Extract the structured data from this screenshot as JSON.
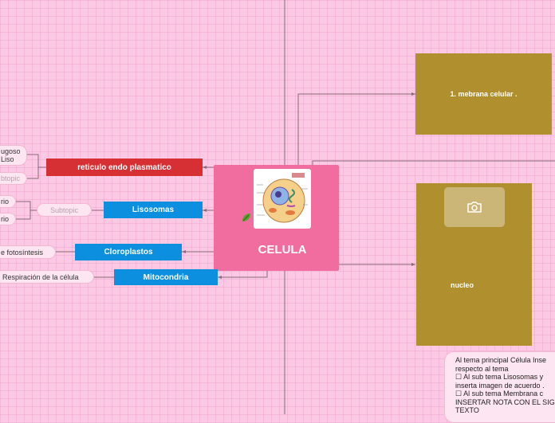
{
  "central": {
    "label": "CELULA",
    "image": "animal-cell-diagram"
  },
  "branches": {
    "reticulo": {
      "label": "reticulo endo plasmatico",
      "color": "#d62f34"
    },
    "lisosomas": {
      "label": "Lisosomas",
      "color": "#0d8fe0"
    },
    "cloroplastos": {
      "label": "Cloroplastos",
      "color": "#0d8fe0"
    },
    "mitocondria": {
      "label": "Mitocondria",
      "color": "#0d8fe0"
    },
    "membrana": {
      "label": "1. mebrana celular .",
      "color": "#b08f2e"
    },
    "nucleo": {
      "label": "nucleo",
      "color": "#b08f2e"
    }
  },
  "subtopics": {
    "rugoso_line1": "ugoso",
    "rugoso_line2": "Liso",
    "reticulo_subtopic": "btopic",
    "rio1": "rio",
    "rio2": "rio",
    "lisosomas_subtopic": "Subtopic",
    "fotosintesis": "e fotosíntesis",
    "respiracion": "Respiración de la célula"
  },
  "note": {
    "lines": [
      "Al tema principal Célula Inse",
      "respecto al tema",
      "☐ Al sub tema Lisosomas y",
      "inserta imagen de acuerdo .",
      "☐ Al sub tema Membrana c",
      "INSERTAR NOTA CON EL SIG",
      "TEXTO"
    ]
  },
  "icons": {
    "camera": "camera-icon",
    "leaf": "leaf-icon"
  },
  "colors": {
    "background": "#fbc9e3",
    "central": "#f26d9f"
  }
}
